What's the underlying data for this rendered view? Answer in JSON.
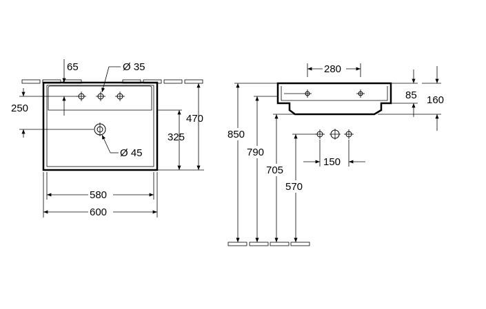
{
  "top_view": {
    "dim_65": "65",
    "dim_d35": "Ø 35",
    "dim_250": "250",
    "dim_470": "470",
    "dim_325": "325",
    "dim_d45": "Ø 45",
    "dim_580": "580",
    "dim_600": "600"
  },
  "side_view": {
    "dim_280": "280",
    "dim_85": "85",
    "dim_160": "160",
    "dim_850": "850",
    "dim_790": "790",
    "dim_705": "705",
    "dim_570": "570",
    "dim_150": "150"
  }
}
